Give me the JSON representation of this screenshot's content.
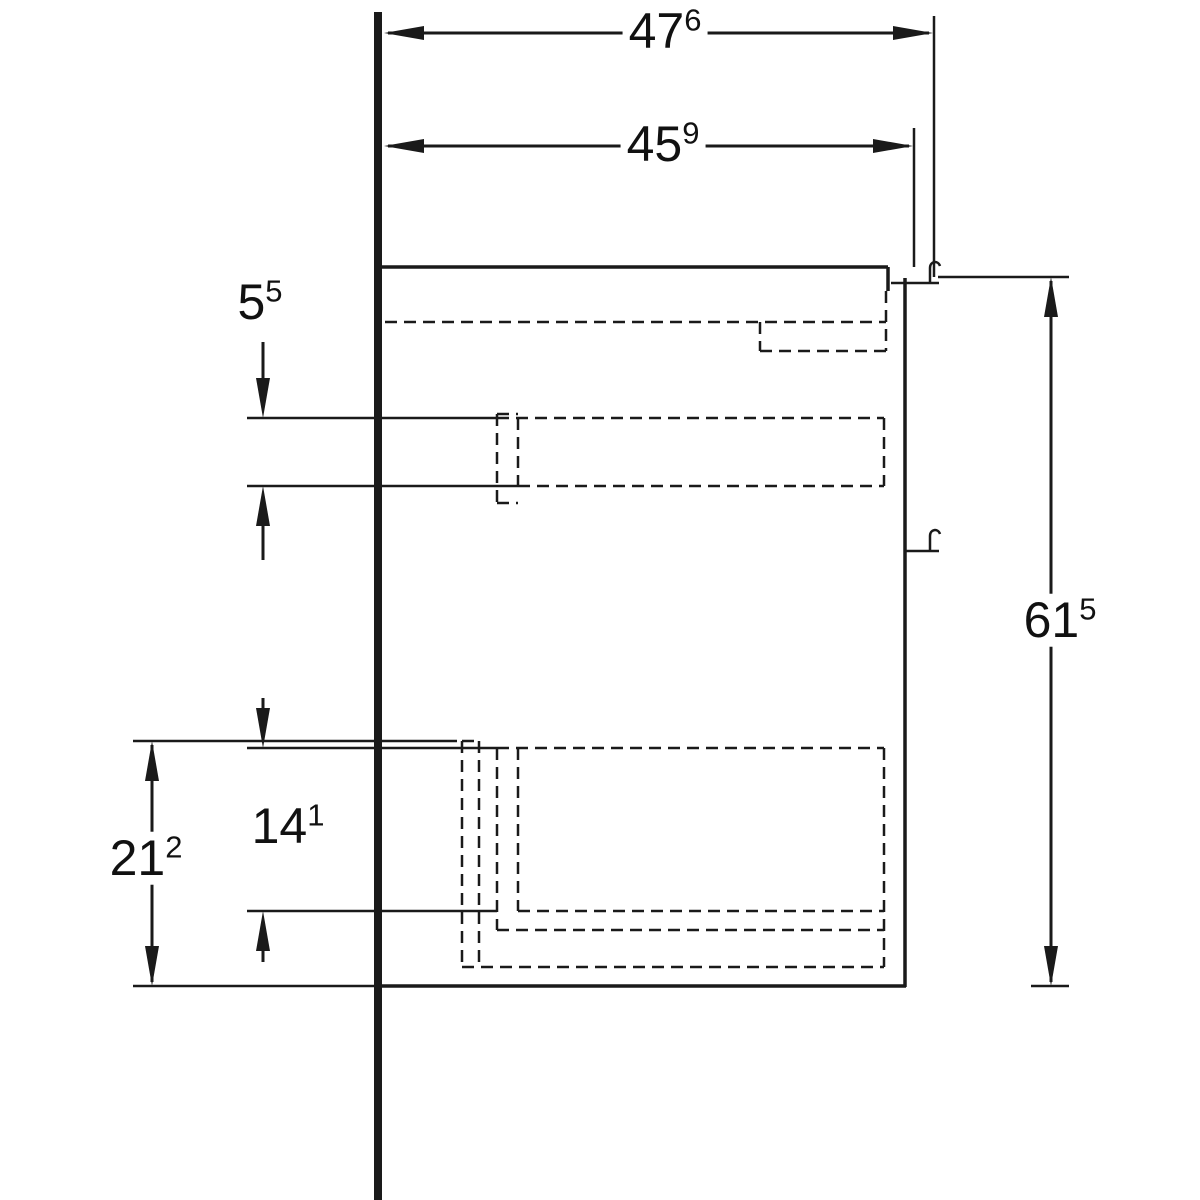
{
  "page": {
    "background_color": "#ffffff",
    "line_color": "#1a1a1a"
  },
  "drawing": {
    "kind": "cabinet-side-section-technical-drawing"
  },
  "dims": {
    "top_width_outer": {
      "main": "47",
      "sup": "6"
    },
    "top_width_inner": {
      "main": "45",
      "sup": "9"
    },
    "upper_left": {
      "main": "5",
      "sup": "5"
    },
    "right_height": {
      "main": "61",
      "sup": "5"
    },
    "lower_left_outer": {
      "main": "21",
      "sup": "2"
    },
    "lower_left_inner": {
      "main": "14",
      "sup": "1"
    }
  }
}
